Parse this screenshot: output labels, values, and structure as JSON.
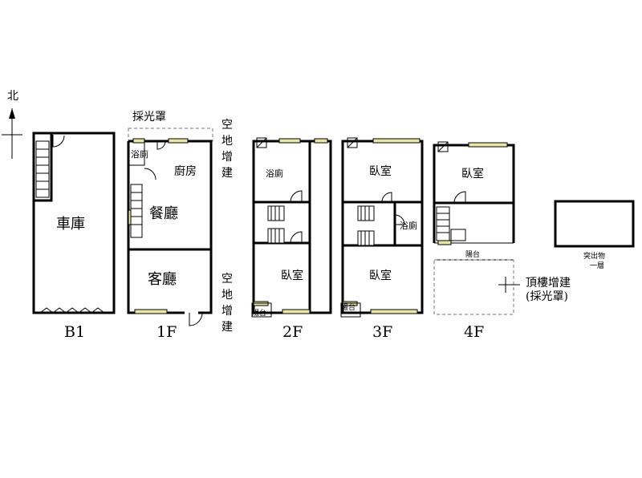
{
  "north_label": "北",
  "skylight_label": "採光罩",
  "annex_text_top": "空地增建",
  "annex_text_bottom": "空地增建",
  "rooftop_addition_line1": "頂樓增建",
  "rooftop_addition_line2": "(採光罩)",
  "protrusion_line1": "突出物",
  "protrusion_line2": "一層",
  "floors": [
    {
      "id": "B1",
      "label": "B1",
      "rooms": [
        "車庫"
      ]
    },
    {
      "id": "1F",
      "label": "1F",
      "rooms": [
        "浴廁",
        "廚房",
        "餐廳",
        "客廳"
      ]
    },
    {
      "id": "2F",
      "label": "2F",
      "rooms": [
        "浴廁",
        "臥室",
        "陽台"
      ]
    },
    {
      "id": "3F",
      "label": "3F",
      "rooms": [
        "臥室",
        "浴廁",
        "臥室",
        "陽台"
      ]
    },
    {
      "id": "4F",
      "label": "4F",
      "rooms": [
        "臥室",
        "陽台"
      ]
    }
  ],
  "colors": {
    "wall": "#000000",
    "window": "#e9e7a8",
    "annex_dash": "#777777"
  }
}
